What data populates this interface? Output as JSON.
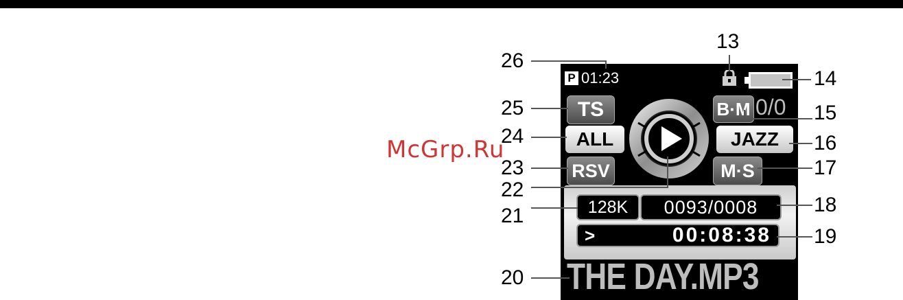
{
  "watermark": "McGrp.Ru",
  "screen": {
    "play_indicator": "P",
    "elapsed": "01:23",
    "bookmark_label": "B·M",
    "bookmark_count": "0/0",
    "ts_label": "TS",
    "repeat_label": "ALL",
    "eq_label": "JAZZ",
    "rsv_label": "RSV",
    "ms_label": "M·S",
    "bitrate": "128K",
    "track_counter": "0093/0008",
    "arrow": ">",
    "total_time": "00:08:38",
    "filename": "THE DAY.MP3"
  },
  "callouts": {
    "c13": "13",
    "c14": "14",
    "c15": "15",
    "c16": "16",
    "c17": "17",
    "c18": "18",
    "c19": "19",
    "c20": "20",
    "c21": "21",
    "c22": "22",
    "c23": "23",
    "c24": "24",
    "c25": "25",
    "c26": "26"
  },
  "icons": {
    "lock": "lock-icon",
    "battery": "battery-icon",
    "play": "play-icon"
  }
}
